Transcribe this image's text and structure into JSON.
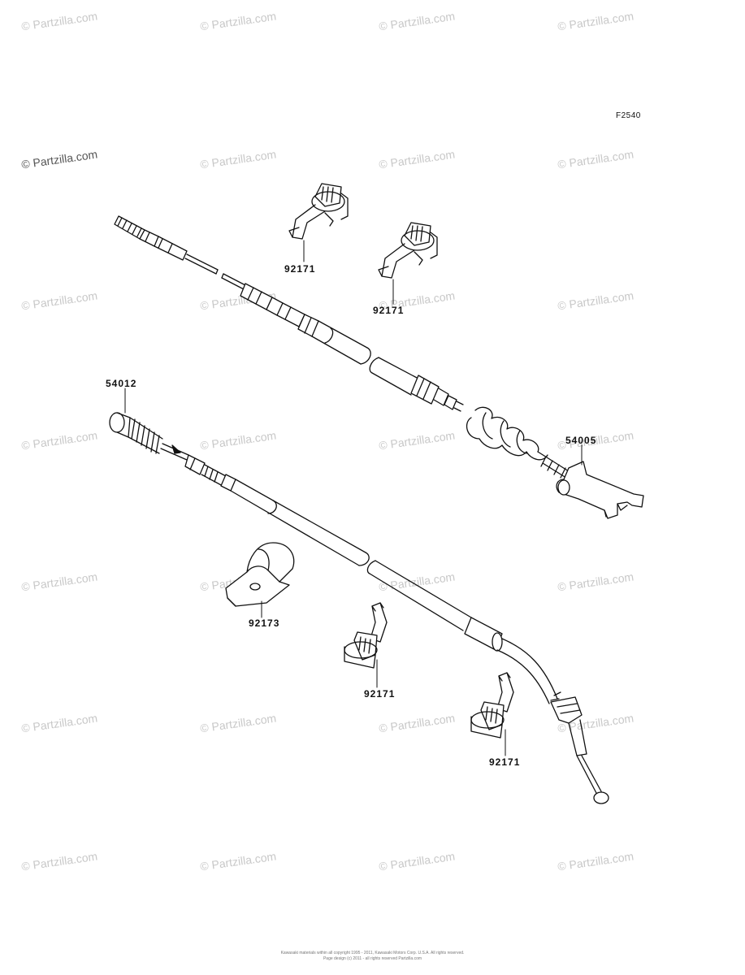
{
  "figure_id": "F2540",
  "watermark_text": "© Partzilla.com",
  "parts": [
    {
      "number": "92171"
    },
    {
      "number": "92171"
    },
    {
      "number": "54012"
    },
    {
      "number": "54005"
    },
    {
      "number": "92173"
    },
    {
      "number": "92171"
    },
    {
      "number": "92171"
    }
  ],
  "footer": {
    "line1": "Kawasaki materials within all copyright 1995 - 2011, Kawasaki Motors Corp. U.S.A. All rights reserved.",
    "line2": "Page design (c) 2011 - all rights reserved Partzilla.com"
  },
  "colors": {
    "line": "#111111",
    "watermark": "#c8c8c8"
  }
}
